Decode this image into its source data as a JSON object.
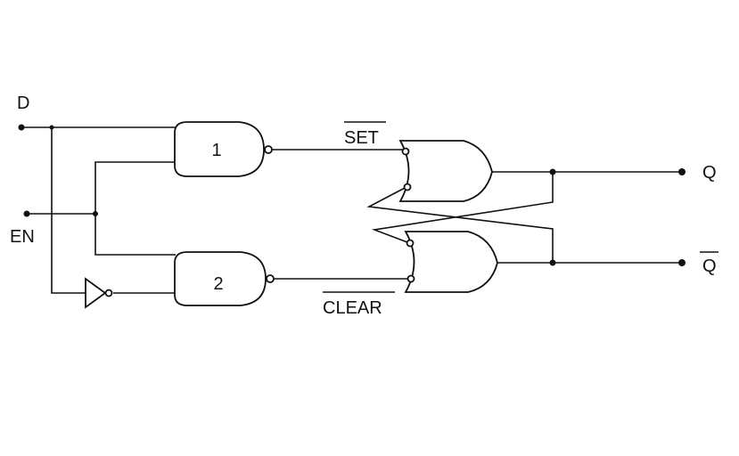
{
  "title": "Gated D latch",
  "inputs": {
    "d": "D",
    "en": "EN"
  },
  "outputs": {
    "q": "Q",
    "q_bar": "Q"
  },
  "signals": {
    "set_bar": "SET",
    "clear_bar": "CLEAR"
  },
  "gates": {
    "nand1": "1",
    "nand2": "2"
  },
  "colors": {
    "line": "#111111",
    "background": "#ffffff"
  }
}
